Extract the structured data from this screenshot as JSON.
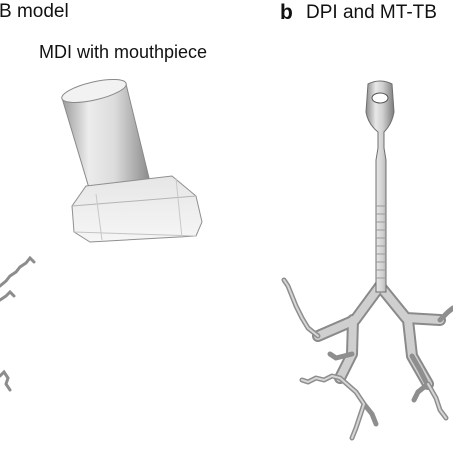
{
  "panel_left": {
    "label": "B model"
  },
  "panel_b": {
    "letter": "b",
    "label": "DPI and MT-TB"
  },
  "mdi": {
    "label": "MDI with mouthpiece"
  }
}
